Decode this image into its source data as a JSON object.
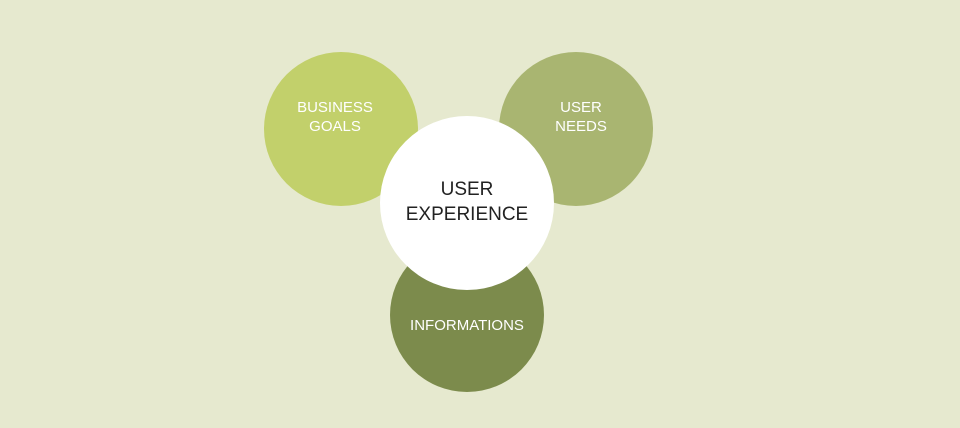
{
  "diagram": {
    "center": {
      "lines": [
        "USER",
        "EXPERIENCE"
      ]
    },
    "business_goals": {
      "lines": [
        "BUSINESS",
        "GOALS"
      ]
    },
    "user_needs": {
      "lines": [
        "USER",
        "NEEDS"
      ]
    },
    "informations": {
      "lines": [
        "INFORMATIONS"
      ]
    }
  },
  "colors": {
    "background": "#e6e9cf",
    "business_goals": "#c2d06b",
    "user_needs": "#a9b571",
    "informations": "#7c8b4c",
    "center": "#ffffff"
  }
}
